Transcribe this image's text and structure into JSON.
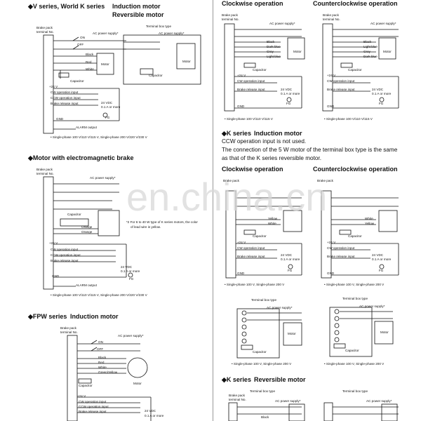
{
  "left": {
    "sec1_title": "◆V series, World K series",
    "sec1_title2": "Induction motor",
    "sec1_title3": "Reversible motor",
    "brake_pack": "Brake pack",
    "terminal_no": "terminal No.",
    "terminal_box_type": "Terminal box type",
    "ac_supply": "AC power supply*",
    "on": "ON",
    "off": "OFF",
    "black": "Black",
    "red": "Red",
    "white": "White",
    "motor": "Motor",
    "capacitor": "Capacitor",
    "v24": "+24 V",
    "cw": "CW operation input",
    "ccw": "CCW operation input",
    "brake_release": "Brake release input",
    "vdc": "24 VDC",
    "vdc2": "0.1 A or more",
    "gnd": "GND",
    "fg": "FG",
    "alarm": "ALARM output",
    "note1": "• Single-phase 100 V/110 V/115 V, Single-phase 200 V/220 V/230 V",
    "sec2_title": "◆Motor with electromagnetic brake",
    "orange": "Orange",
    "note2a": "*2  For 6 to 40 W type of K series motors, the color",
    "note2b": "of lead wire is yellow.",
    "note2": "• Single-phase 100 V/110 V/115 V, Single-phase 200 V/220 V/230 V",
    "sec3_title": "◆FPW series",
    "sec3_title2": "Induction motor",
    "green_yellow": "Green/Yellow"
  },
  "right": {
    "cw_title": "Clockwise operation",
    "ccw_title": "Counterclockwise operation",
    "brake_pack": "Brake pack",
    "terminal_no": "terminal No.",
    "ac_supply": "AC power supply*",
    "black": "Black",
    "dark_blue": "Dark blue",
    "light_blue": "Light blue",
    "grey": "Grey",
    "yellow": "Yellow",
    "white": "White",
    "motor": "Motor",
    "capacitor": "Capacitor",
    "v24": "+24 V",
    "cw": "CW operation input",
    "brake_release": "Brake release input",
    "vdc": "24 VDC",
    "vdc2": "0.1 A or more",
    "gnd": "GND",
    "fg": "FG",
    "note_top": "• Single-phase 100 V/110 V/115 V",
    "k_title": "◆K series",
    "k_title2": "Induction motor",
    "k_text1": "CCW operation input is not used.",
    "k_text2": "The connection of the 5 W motor of the terminal box type is the same",
    "k_text3": "as that of the K series reversible motor.",
    "note_mid": "• Single-phase 100 V, Single-phase 200 V",
    "terminal_box_type": "Terminal box type",
    "note_bot": "• Single-phase 100 V, Single-phase 200 V",
    "k2_title": "◆K series",
    "k2_title2": "Reversible motor"
  },
  "watermark": "en.china.cn"
}
